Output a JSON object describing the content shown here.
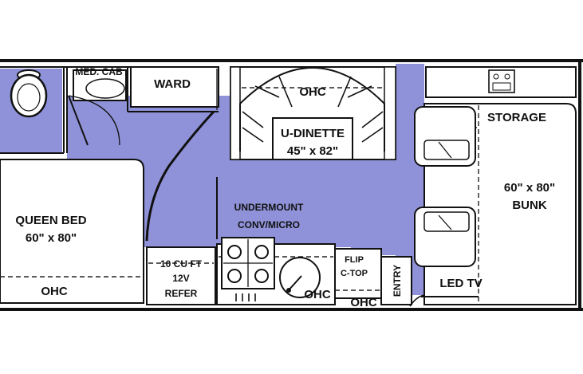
{
  "colors": {
    "floor": "#8f92d8",
    "wall": "#111111",
    "fixture": "#ffffff"
  },
  "labels": {
    "med_cab": "MED. CAB",
    "ward": "WARD",
    "ohc_dinette": "OHC",
    "dinette_title": "U-DINETTE",
    "dinette_size": "45\" x 82\"",
    "storage": "STORAGE",
    "bunk_size": "60\" x 80\"",
    "bunk_title": "BUNK",
    "queen_title": "QUEEN BED",
    "queen_size": "60\" x 80\"",
    "ohc_bed": "OHC",
    "micro_line1": "UNDERMOUNT",
    "micro_line2": "CONV/MICRO",
    "refer_line1": "10 CU FT",
    "refer_line2": "12V",
    "refer_line3": "REFER",
    "ohc_sink": "OHC",
    "flip_line1": "FLIP",
    "flip_line2": "C-TOP",
    "ohc_flip": "OHC",
    "entry": "ENTRY",
    "led_tv": "LED TV"
  },
  "icons": [
    "toilet-icon",
    "stove-icon",
    "sink-icon",
    "faucet-icon",
    "door-swing-icon"
  ]
}
